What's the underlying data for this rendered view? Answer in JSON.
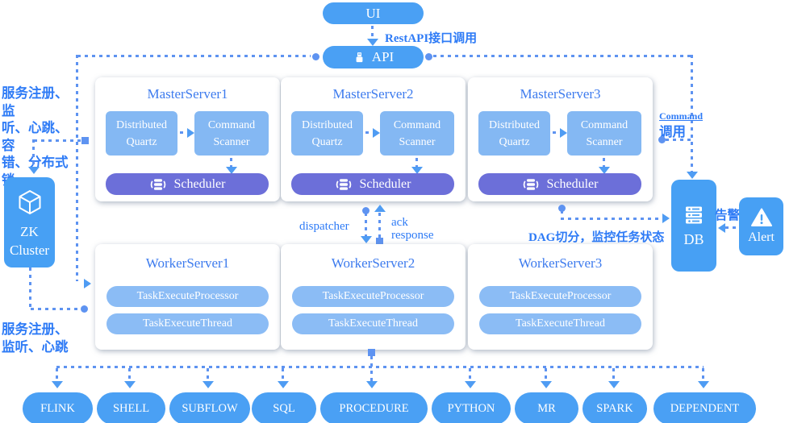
{
  "top": {
    "ui": "UI",
    "api": "API",
    "rest_label": "RestAPI接口调用"
  },
  "masters": [
    {
      "title": "MasterServer1",
      "quartz": "Distributed Quartz",
      "scanner": "Command Scanner",
      "scheduler": "Scheduler"
    },
    {
      "title": "MasterServer2",
      "quartz": "Distributed Quartz",
      "scanner": "Command Scanner",
      "scheduler": "Scheduler"
    },
    {
      "title": "MasterServer3",
      "quartz": "Distributed Quartz",
      "scanner": "Command Scanner",
      "scheduler": "Scheduler"
    }
  ],
  "workers": [
    {
      "title": "WorkerServer1",
      "processor": "TaskExecuteProcessor",
      "thread": "TaskExecuteThread"
    },
    {
      "title": "WorkerServer2",
      "processor": "TaskExecuteProcessor",
      "thread": "TaskExecuteThread"
    },
    {
      "title": "WorkerServer3",
      "processor": "TaskExecuteProcessor",
      "thread": "TaskExecuteThread"
    }
  ],
  "zk": {
    "name": "ZK\nCluster",
    "top_label": "服务注册、监\n听、心跳、容\n错、分布式锁",
    "bottom_label": "服务注册、\n监听、心跳"
  },
  "db": {
    "name": "DB",
    "command_label_line1": "Command",
    "command_label_line2": "调用",
    "dag_label": "DAG切分，监控任务状态"
  },
  "alert": {
    "name": "Alert",
    "label": "告警"
  },
  "flow": {
    "dispatcher": "dispatcher",
    "ack": "ack\nresponse"
  },
  "tasks": [
    "FLINK",
    "SHELL",
    "SUBFLOW",
    "SQL",
    "PROCEDURE",
    "PYTHON",
    "MR",
    "SPARK",
    "DEPENDENT"
  ],
  "colors": {
    "node_blue": "#4aa0f4",
    "inner_blue": "#84b8f3",
    "scheduler_purple": "#6c6fd9",
    "title_blue": "#3d7bee",
    "label_blue": "#2e7bf6",
    "line_blue": "#5e93f1"
  }
}
